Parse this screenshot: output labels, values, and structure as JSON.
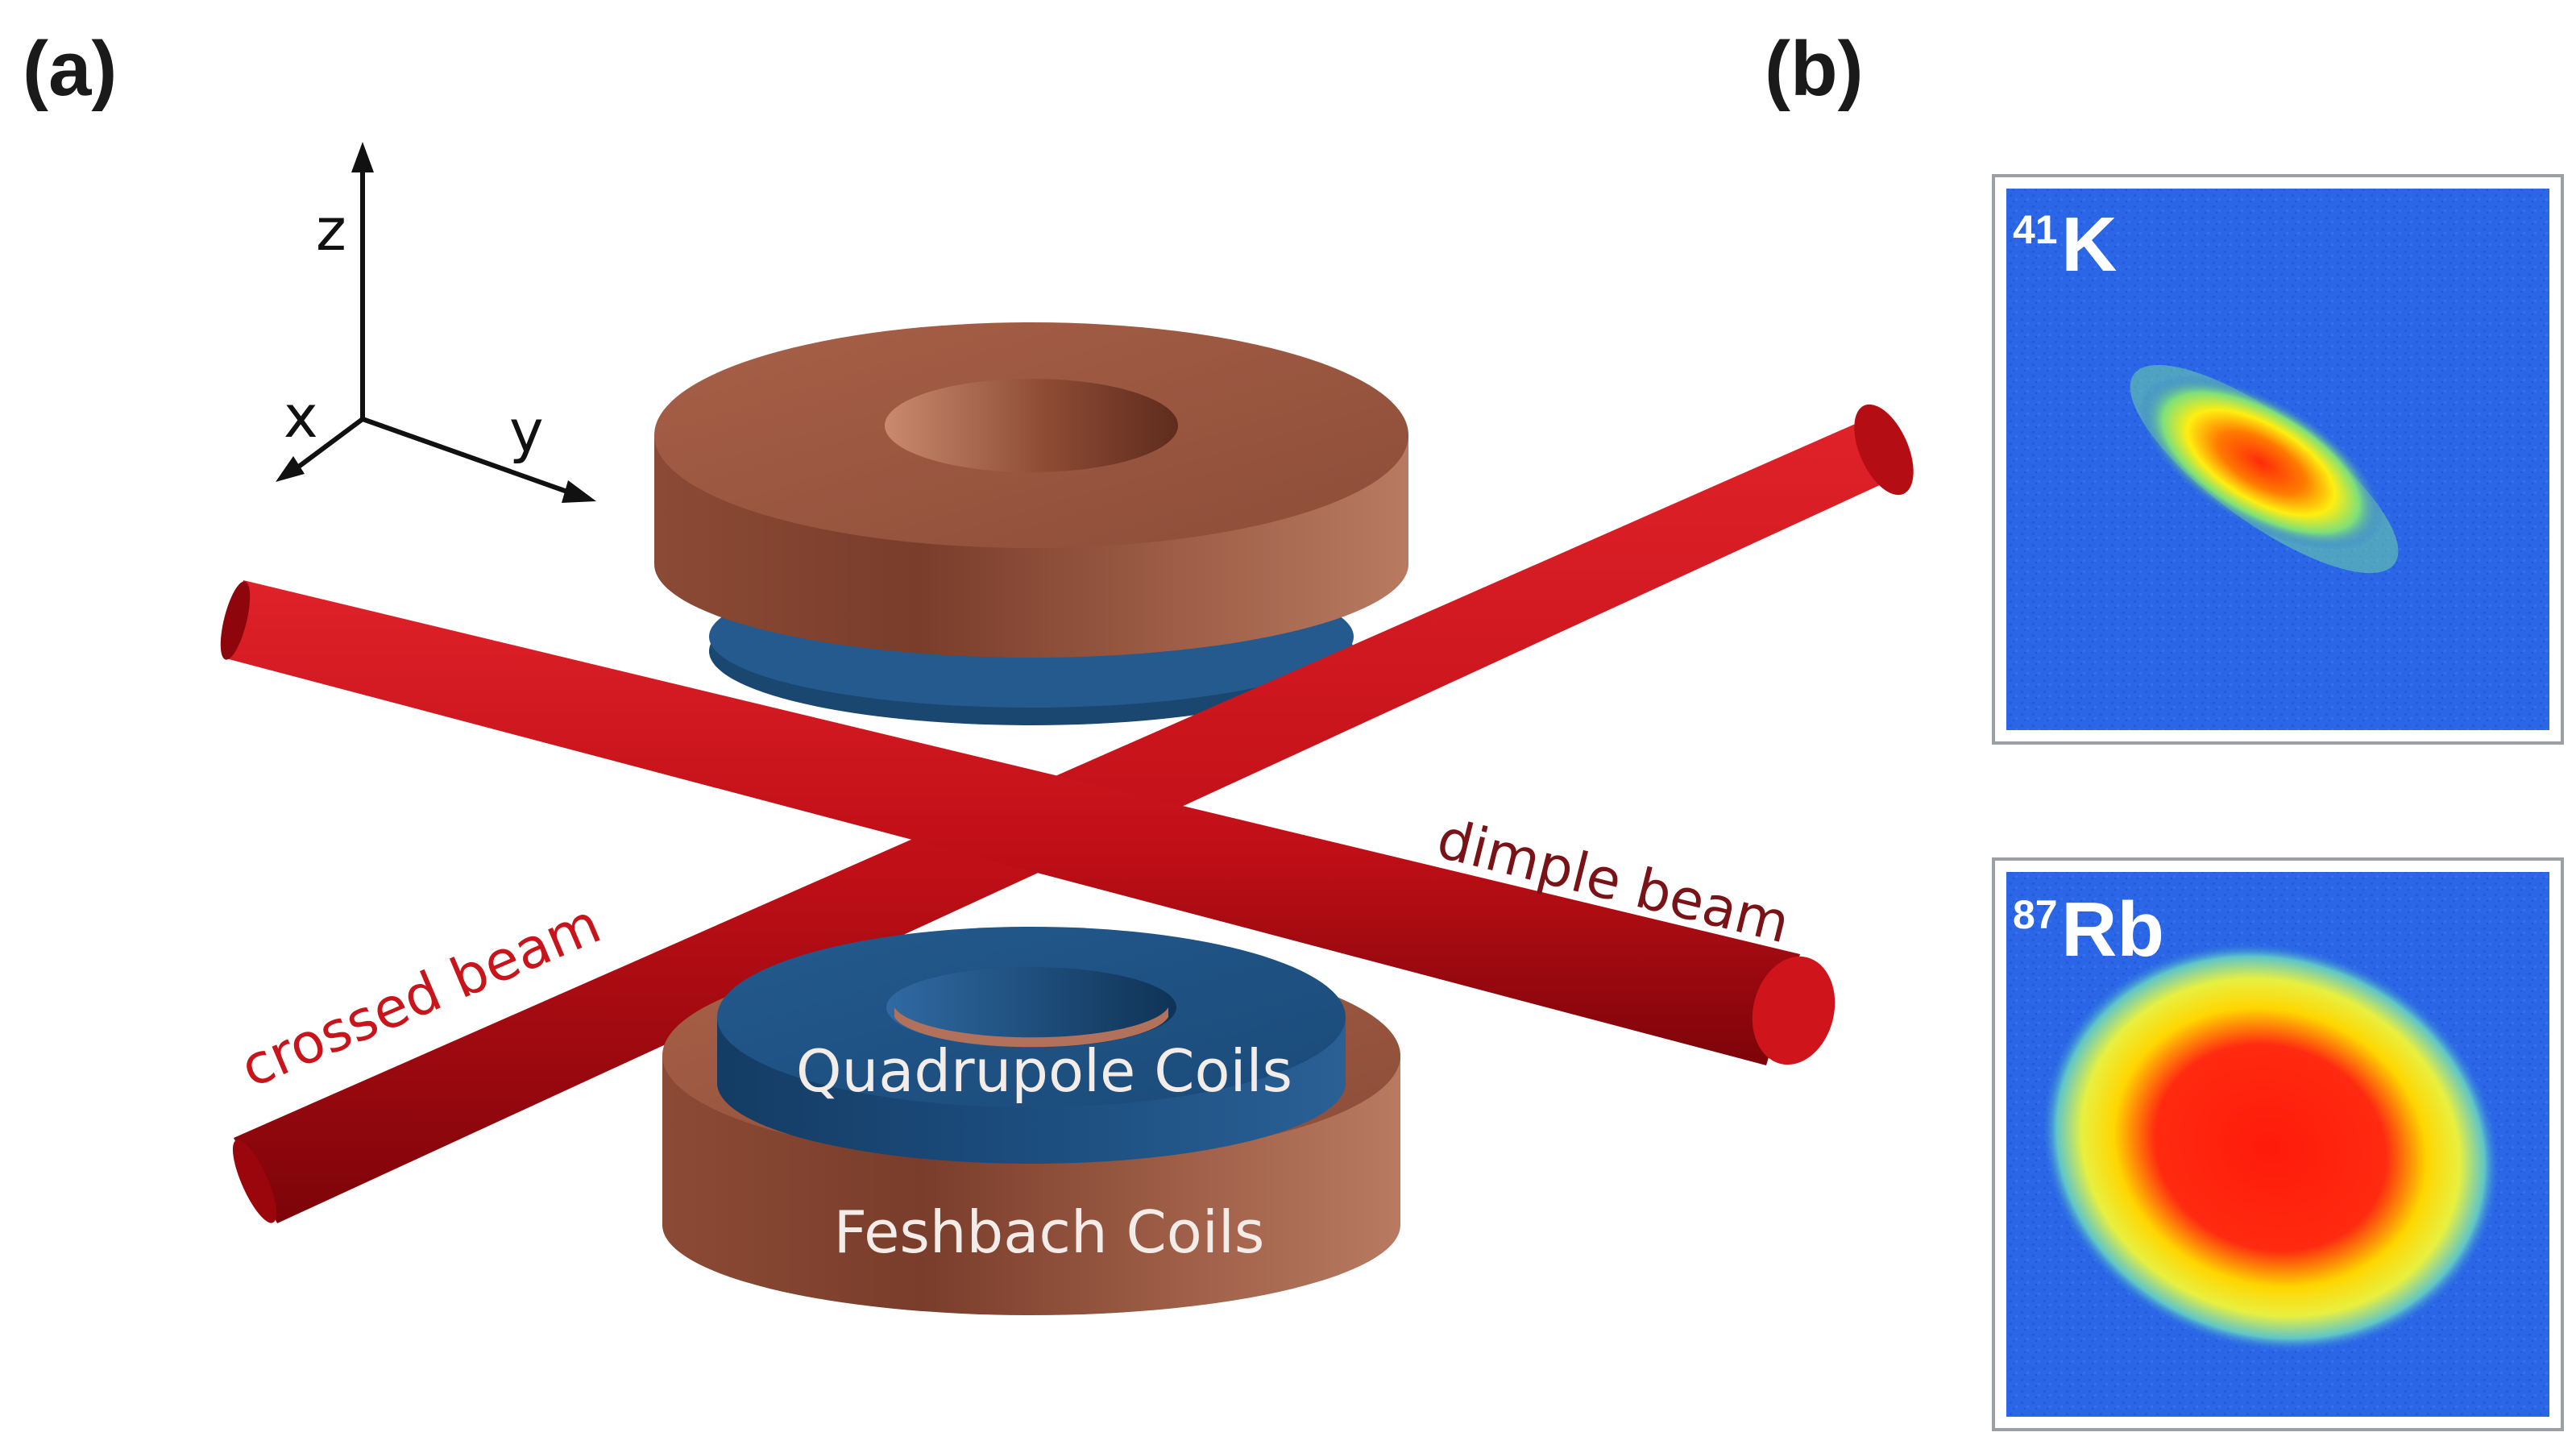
{
  "panels": {
    "a_label": "(a)",
    "b_label": "(b)"
  },
  "axes": {
    "z": "z",
    "x": "x",
    "y": "y"
  },
  "coils": {
    "quadrupole": "Quadrupole Coils",
    "feshbach": "Feshbach Coils"
  },
  "beams": {
    "crossed": "crossed beam",
    "dimple": "dimple beam"
  },
  "images": [
    {
      "mass": "41",
      "symbol": "K"
    },
    {
      "mass": "87",
      "symbol": "Rb"
    }
  ],
  "colors": {
    "copper": "#9a5a45",
    "coil_blue": "#1c4d7e",
    "beam_red": "#c8141b",
    "absorption_bg": "#2a66e6"
  }
}
